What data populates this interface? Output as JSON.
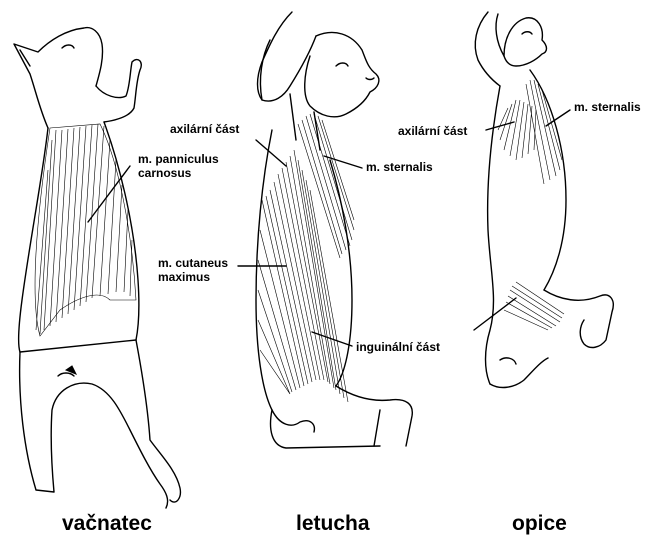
{
  "figures": [
    {
      "caption": "vačnatec",
      "labels": [
        "m. panniculus carnosus"
      ]
    },
    {
      "caption": "letucha",
      "labels": [
        "axilární část",
        "m. sternalis",
        "m. cutaneus maximus",
        "inguinální část"
      ]
    },
    {
      "caption": "opice",
      "labels": [
        "axilární část",
        "m. sternalis"
      ]
    }
  ],
  "labels": {
    "panniculus_line1": "m. panniculus",
    "panniculus_line2": "carnosus",
    "axilarni_letucha": "axilární část",
    "sternalis_letucha": "m. sternalis",
    "cutaneus_line1": "m. cutaneus",
    "cutaneus_line2": "maximus",
    "inguinalni": "inguinální část",
    "axilarni_opice": "axilární část",
    "sternalis_opice": "m. sternalis"
  },
  "captions": {
    "vacnatec": "vačnatec",
    "letucha": "letucha",
    "opice": "opice"
  }
}
